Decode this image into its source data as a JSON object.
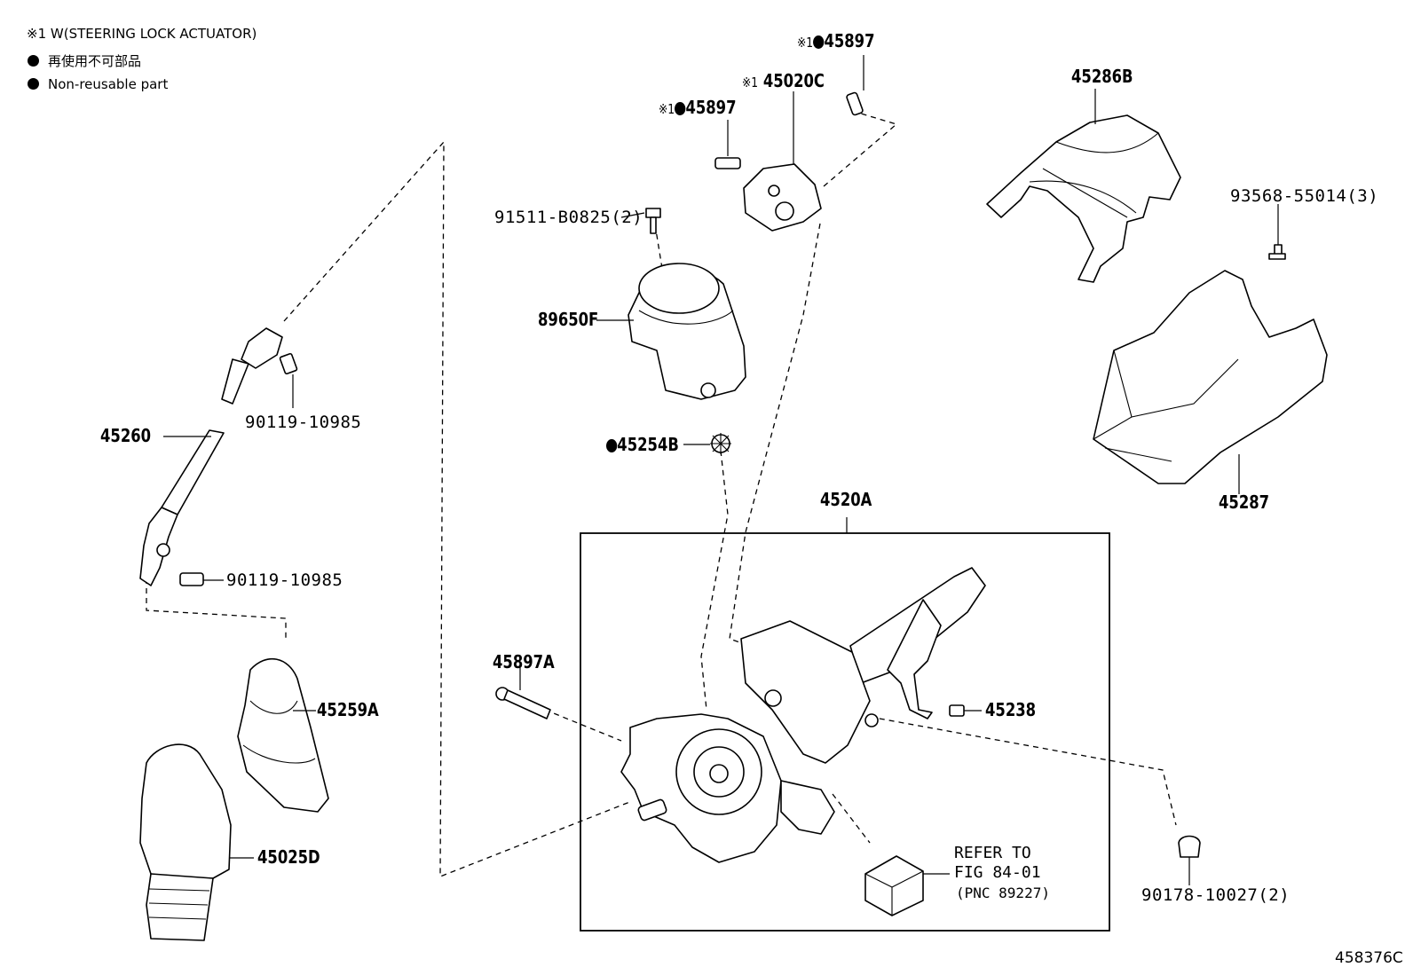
{
  "legend": {
    "note_mark": "※1",
    "note_text": "W(STEERING LOCK ACTUATOR)",
    "nonreusable_jp": "再使用不可部品",
    "nonreusable_en": "Non-reusable part"
  },
  "parts": {
    "p45897_top": "45897",
    "p45020C": "45020C",
    "p45897_left": "45897",
    "p45286B": "45286B",
    "p93568": "93568-55014(3)",
    "p91511": "91511-B0825(2)",
    "p89650F": "89650F",
    "p45254B": "45254B",
    "p45287": "45287",
    "p45260": "45260",
    "p90119_a": "90119-10985",
    "p90119_b": "90119-10985",
    "p4520A": "4520A",
    "p45897A": "45897A",
    "p45238": "45238",
    "p45259A": "45259A",
    "p45025D": "45025D",
    "p90178": "90178-10027(2)"
  },
  "refer": {
    "line1": "REFER TO",
    "line2": "FIG 84-01",
    "line3": "(PNC 89227)"
  },
  "figure_id": "458376C"
}
